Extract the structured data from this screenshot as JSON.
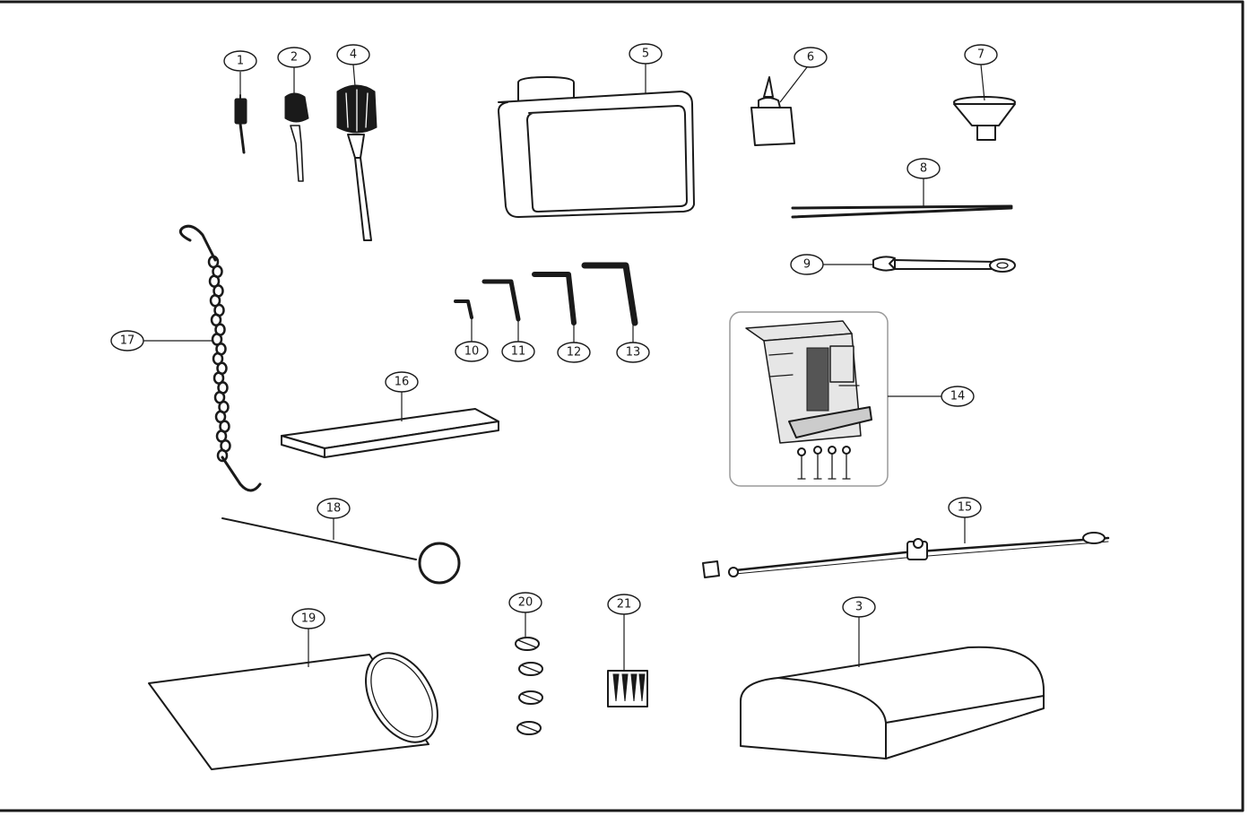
{
  "callouts": [
    "1",
    "2",
    "3",
    "4",
    "5",
    "6",
    "7",
    "8",
    "9",
    "10",
    "11",
    "12",
    "13",
    "14",
    "15",
    "16",
    "17",
    "18",
    "19",
    "20",
    "21"
  ],
  "colors": {
    "line": "#1a1a1a",
    "background": "#ffffff",
    "panel_border": "#9a9a9a"
  }
}
